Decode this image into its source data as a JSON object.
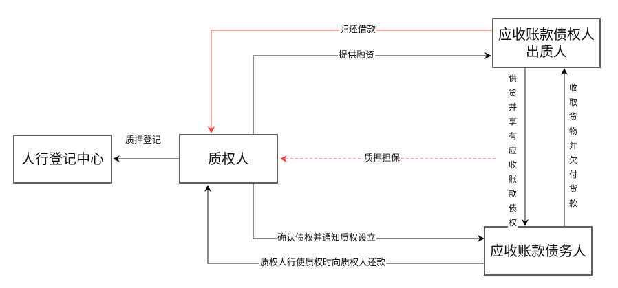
{
  "nodes": {
    "registry": "人行登记中心",
    "pledgee": "质权人",
    "pledgor_line1": "应收账款债权人",
    "pledgor_line2": "出质人",
    "debtor": "应收账款债务人"
  },
  "edges": {
    "repay_loan": "归还借款",
    "provide_financing": "提供融资",
    "pledge_registration": "质押登记",
    "pledge_guarantee": "质押担保",
    "supply_goods": "供货并享有应收账款债权",
    "receive_goods": "收取货物并欠付货款",
    "confirm_notify": "确认债权并通知质权设立",
    "repay_pledgee": "质权人行使质权时向质权人还款"
  },
  "colors": {
    "line": "#666666",
    "arrow": "#000000",
    "highlight": "#ff8080",
    "highlight_arrow": "#ff3333"
  }
}
